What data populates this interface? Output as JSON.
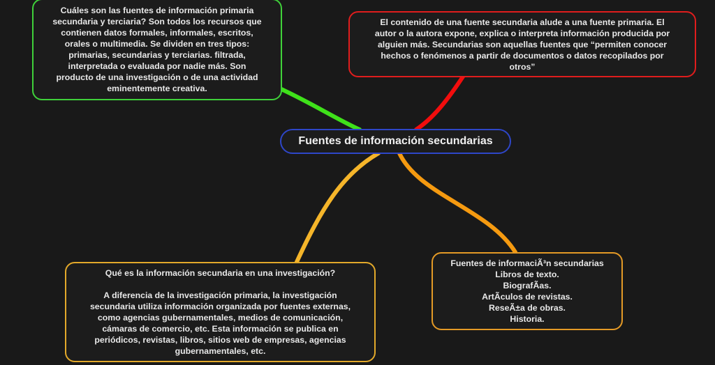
{
  "central": {
    "title": "Fuentes de información secundarias"
  },
  "nodes": {
    "green": "Cuáles son las fuentes de información primaria\nsecundaria y terciaria? Son todos los recursos que\ncontienen datos formales, informales, escritos,\norales o multimedia. Se dividen en tres tipos:\nprimarias, secundarias y terciarias. filtrada,\ninterpretada o evaluada por nadie más. Son\nproducto de una investigación o de una actividad\neminentemente creativa.",
    "red": "El contenido de una fuente secundaria alude a una fuente primaria. El\nautor o la autora expone, explica o interpreta información producida por\nalguien más. Secundarias son aquellas fuentes que “permiten conocer\nhechos o fenómenos a partir de documentos o datos recopilados por\notros”",
    "yellow": "Qué es la información secundaria en una investigación?\n\nA diferencia de la investigación primaria, la investigación\nsecundaria utiliza información organizada por fuentes externas,\ncomo agencias gubernamentales, medios de comunicación,\ncámaras de comercio, etc. Esta información se publica en\nperiódicos, revistas, libros, sitios web de empresas, agencias\ngubernamentales, etc.",
    "orange": "Fuentes de informaciÃ³n secundarias\nLibros de texto.\nBiografÃas.\nArtÃculos de revistas.\nReseÃ±a de obras.\nHistoria."
  },
  "colors": {
    "green": "#3fd13a",
    "red": "#e01d1d",
    "yellow": "#f0b429",
    "orange": "#f09a10",
    "center": "#2e46c8"
  }
}
